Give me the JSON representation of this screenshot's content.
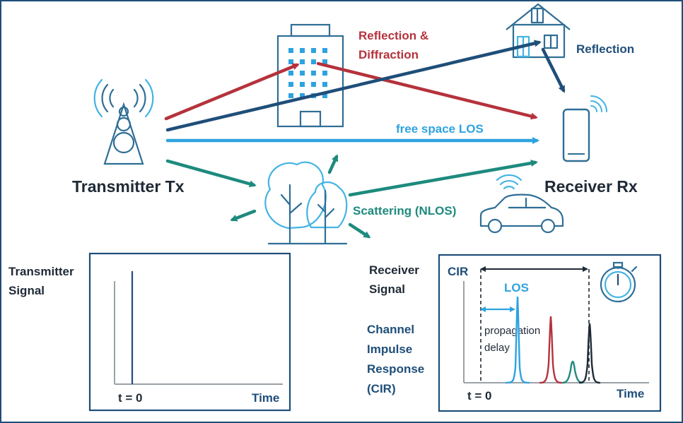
{
  "labels": {
    "transmitter": "Transmitter Tx",
    "receiver": "Receiver Rx",
    "reflection_diffraction_1": "Reflection &",
    "reflection_diffraction_2": "Diffraction",
    "reflection": "Reflection",
    "free_space_los": "free space LOS",
    "scattering": "Scattering (NLOS)"
  },
  "transmitter_panel": {
    "title_1": "Transmitter",
    "title_2": "Signal",
    "t0": "t = 0",
    "time": "Time"
  },
  "receiver_panel": {
    "title_1": "Receiver",
    "title_2": "Signal",
    "cir_1": "Channel",
    "cir_2": "Impulse",
    "cir_3": "Response",
    "cir_4": "(CIR)",
    "cir_axis": "CIR",
    "los": "LOS",
    "prop_1": "propagation",
    "prop_2": "delay",
    "t0": "t = 0",
    "time": "Time"
  },
  "colors": {
    "red": "#b5323c",
    "navy": "#1f4e79",
    "light_blue": "#2ea3e0",
    "teal": "#1e8a7e",
    "dark_text": "#1f2a36",
    "icon_blue": "#2f6e96",
    "light_icon": "#43b4e4"
  },
  "icons": [
    "tower-icon",
    "building-icon",
    "house-icon",
    "phone-icon",
    "trees-icon",
    "car-icon",
    "stopwatch-icon",
    "wifi-icon"
  ]
}
